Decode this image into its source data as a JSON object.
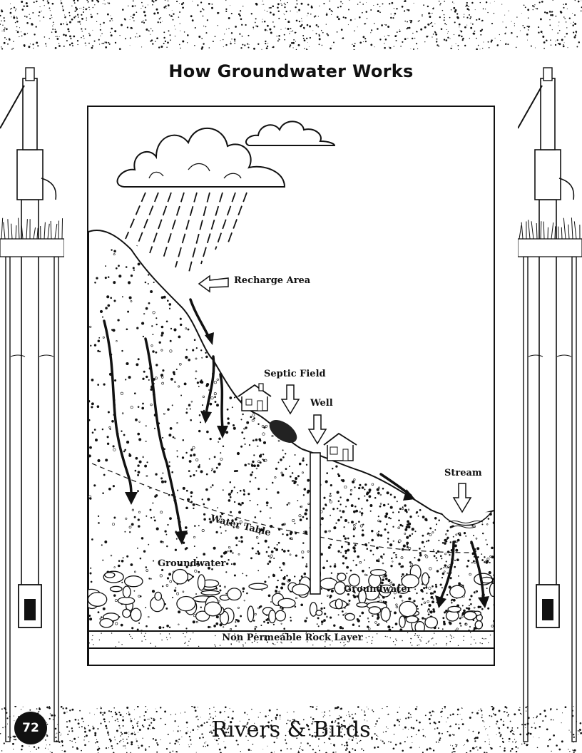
{
  "page": {
    "title": "How Groundwater Works",
    "page_number": "72",
    "book_title": "Rivers & Birds"
  },
  "diagram": {
    "labels": {
      "recharge_area": "Recharge Area",
      "septic_field": "Septic Field",
      "well": "Well",
      "stream": "Stream",
      "water_table": "Water Table",
      "groundwater_left": "Groundwater",
      "groundwater_right": "Groundwater",
      "rock_layer": "Non Permeable Rock Layer"
    }
  },
  "icons": [
    "cloud-icon",
    "rain-icon",
    "house-icon",
    "arrow-icon",
    "well-pump-icon"
  ],
  "colors": {
    "ink": "#111111",
    "paper": "#ffffff"
  }
}
